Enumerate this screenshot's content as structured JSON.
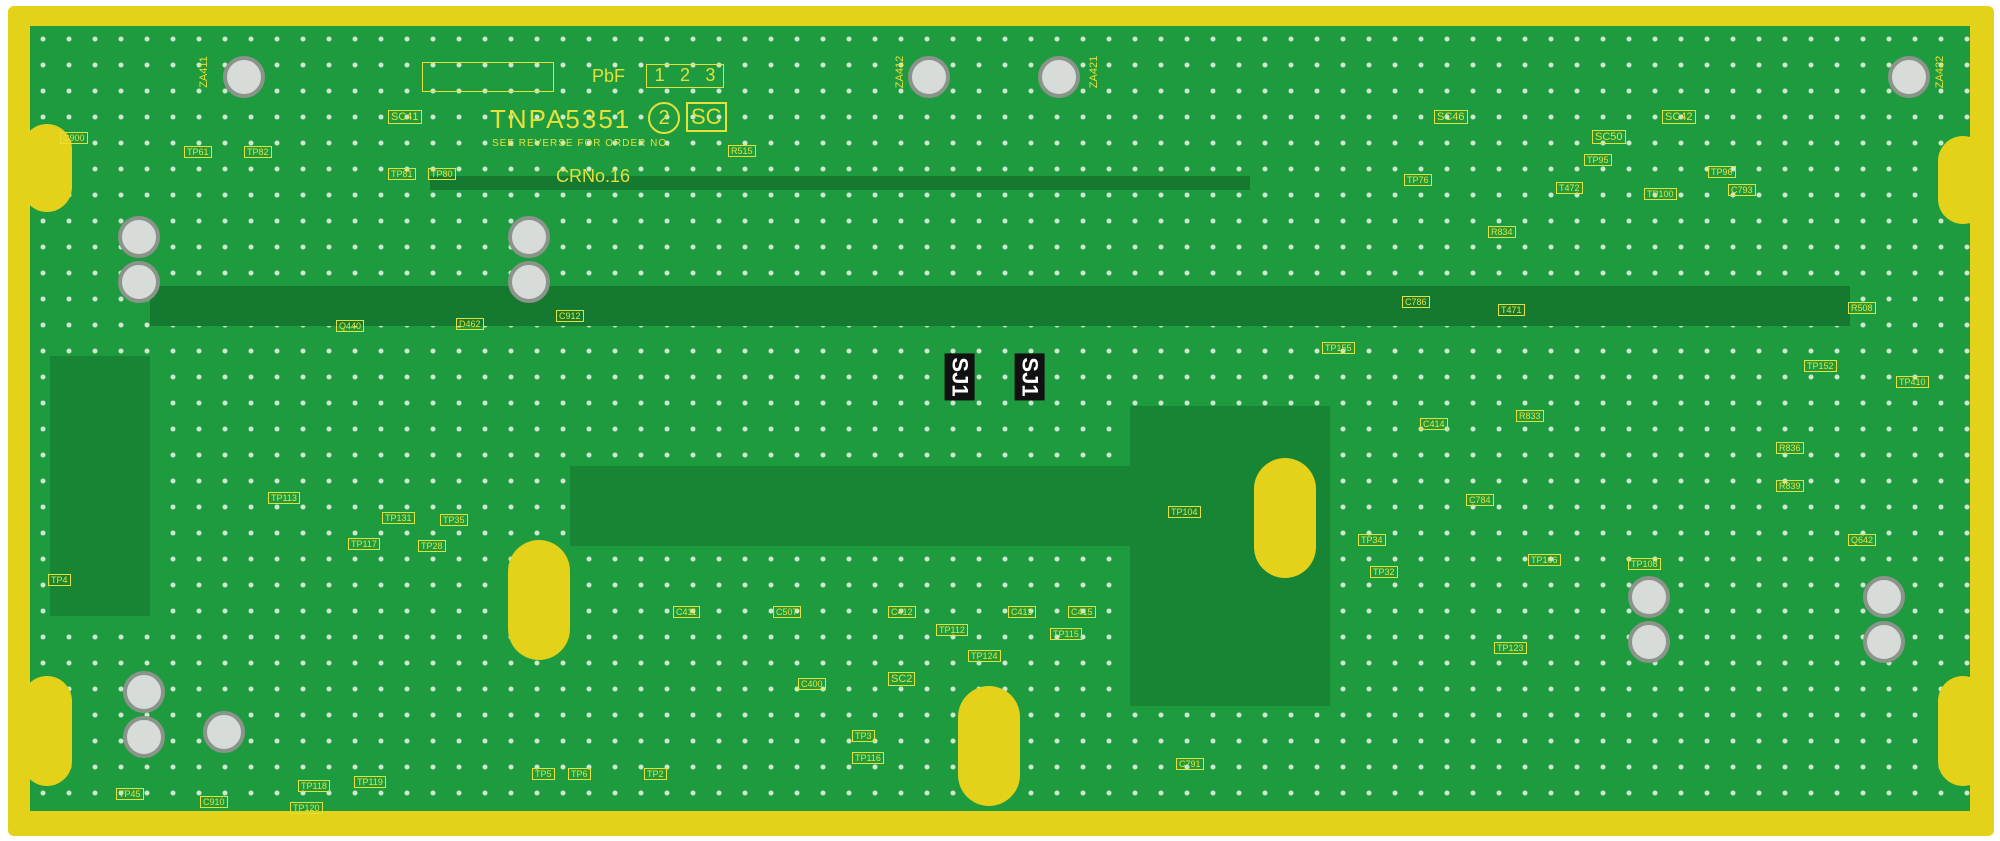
{
  "board": {
    "part_number": "TNPA5351",
    "revision": "2",
    "board_code": "SC",
    "order_note": "SEE REVERSE FOR ORDER NO.",
    "cr_number": "CRNo.16",
    "pbf_mark": "PbF",
    "layer_marks": [
      "1",
      "2",
      "3"
    ],
    "colors": {
      "solder_mask": "#1e9b3e",
      "edge_plating": "#e4d11a",
      "silkscreen": "#e6e03a"
    },
    "connectors": [
      "SC41",
      "SC46",
      "SC50",
      "SC42",
      "SC2"
    ],
    "jumpers": [
      "SJ1",
      "SJ1"
    ],
    "mount_labels": [
      "ZA411",
      "ZA412",
      "ZA421",
      "ZA422"
    ],
    "component_labels": [
      "C900",
      "TP81",
      "TP80",
      "TP82",
      "TP61",
      "R515",
      "R834",
      "R833",
      "R836",
      "R839",
      "C786",
      "C784",
      "C414",
      "C412",
      "C413",
      "C415",
      "C411",
      "C507",
      "C400",
      "C791",
      "C910",
      "C912",
      "C793",
      "Q440",
      "Q642",
      "D462",
      "T472",
      "T471",
      "TP104",
      "TP34",
      "TP32",
      "TP112",
      "TP124",
      "TP115",
      "TP117",
      "TP131",
      "TP35",
      "TP28",
      "TP113",
      "TP4",
      "TP5",
      "TP6",
      "TP2",
      "TP3",
      "TP116",
      "TP120",
      "TP118",
      "TP119",
      "TP45",
      "TP76",
      "TP95",
      "TP96",
      "TP100",
      "TP106",
      "TP108",
      "TP123",
      "TP155",
      "TP152",
      "TP410",
      "R508"
    ]
  }
}
